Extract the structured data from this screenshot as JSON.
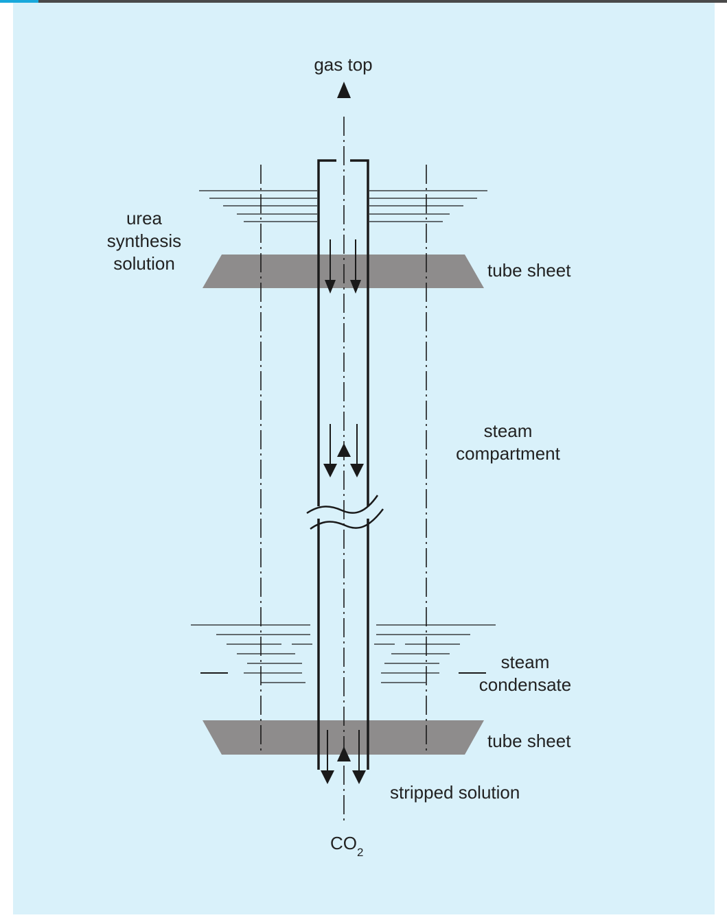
{
  "colors": {
    "background": "#d9f1fa",
    "accent": "#18a8db",
    "rule": "#4a4a4a",
    "tube_sheet": "#8e8c8c",
    "stroke": "#1a1a1a"
  },
  "labels": {
    "gas_top": "gas top",
    "urea_line1": "urea",
    "urea_line2": "synthesis",
    "urea_line3": "solution",
    "tube_sheet_top": "tube sheet",
    "steam_line1": "steam",
    "steam_line2": "compartment",
    "condensate_line1": "steam",
    "condensate_line2": "condensate",
    "tube_sheet_bottom": "tube sheet",
    "stripped_solution": "stripped solution",
    "co2_main": "CO",
    "co2_sub": "2"
  }
}
